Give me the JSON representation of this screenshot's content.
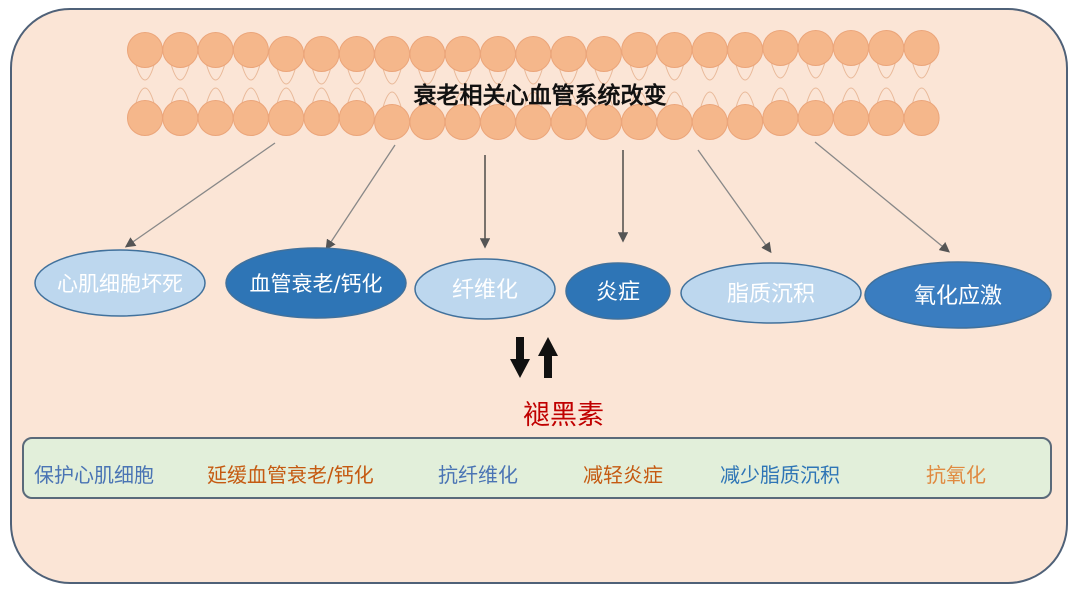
{
  "title": "衰老相关心血管系统改变",
  "changes": [
    {
      "label": "心肌细胞坏死",
      "style": "light"
    },
    {
      "label": "血管衰老/钙化",
      "style": "dark"
    },
    {
      "label": "纤维化",
      "style": "light"
    },
    {
      "label": "炎症",
      "style": "dark"
    },
    {
      "label": "脂质沉积",
      "style": "light"
    },
    {
      "label": "氧化应激",
      "style": "medium"
    }
  ],
  "center_label": "褪黑素",
  "effects": [
    {
      "label": "保护心肌细胞",
      "color": "#4a74b4"
    },
    {
      "label": "延缓血管衰老/钙化",
      "color": "#c55a11"
    },
    {
      "label": "抗纤维化",
      "color": "#4a74b4"
    },
    {
      "label": "减轻炎症",
      "color": "#c55a11"
    },
    {
      "label": "减少脂质沉积",
      "color": "#2e75b6"
    },
    {
      "label": "抗氧化",
      "color": "#e08a40"
    }
  ],
  "colors": {
    "membrane": "#f4b183",
    "light": "#bdd7ee",
    "dark": "#2e75b6",
    "medium": "#3a7dc0"
  }
}
